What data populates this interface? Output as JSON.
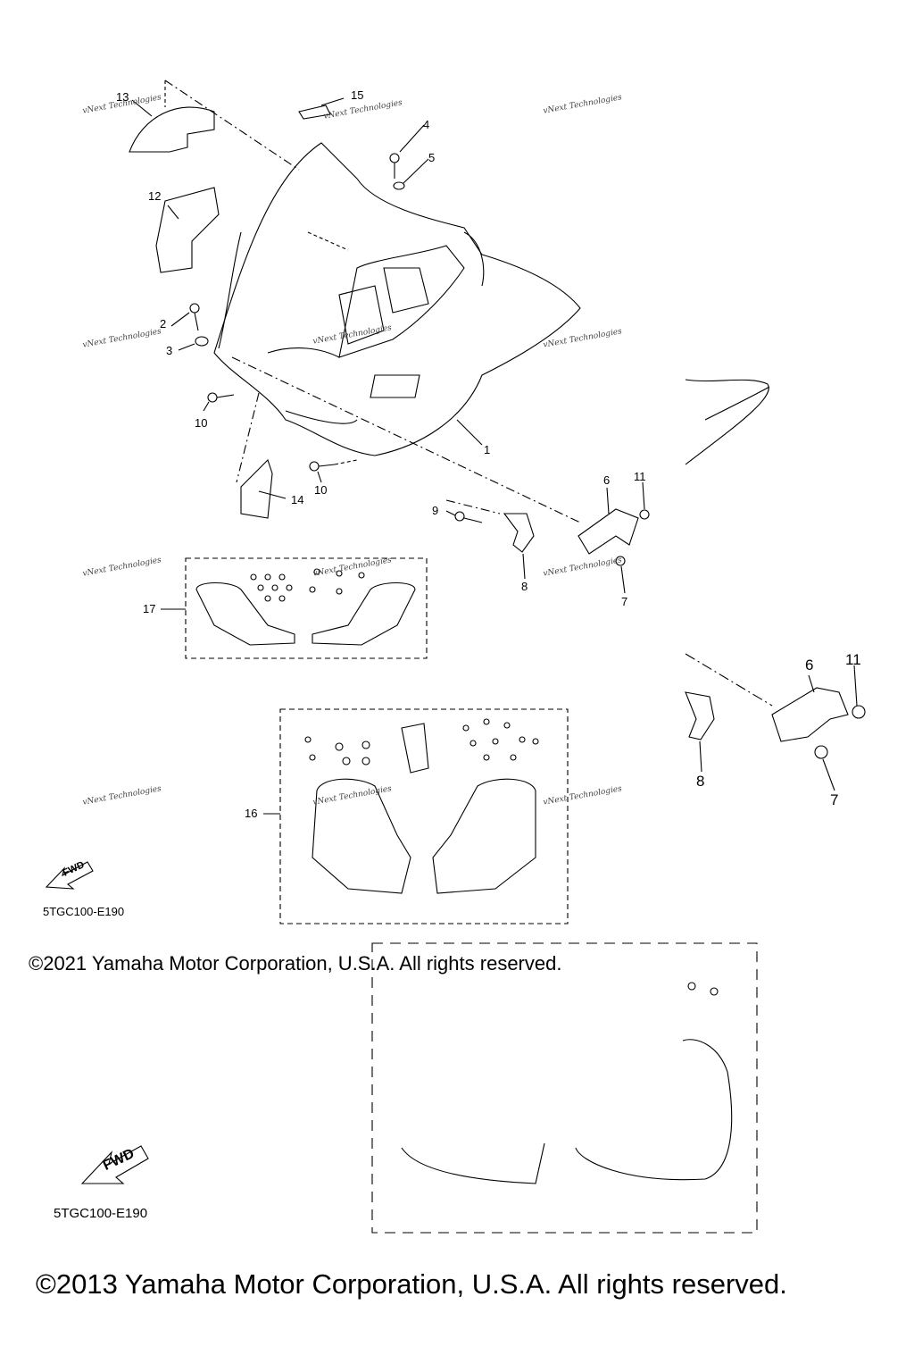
{
  "callouts": {
    "c1": "1",
    "c2": "2",
    "c3": "3",
    "c4": "4",
    "c5": "5",
    "c6": "6",
    "c7": "7",
    "c8": "8",
    "c9": "9",
    "c10a": "10",
    "c10b": "10",
    "c11": "11",
    "c12": "12",
    "c13": "13",
    "c14": "14",
    "c15": "15",
    "c16": "16",
    "c17": "17"
  },
  "detail_callouts": {
    "c6": "6",
    "c7": "7",
    "c8": "8",
    "c11": "11"
  },
  "watermark": "vNext Technologies",
  "fwd_label": "FWD",
  "diagram_code": "5TGC100-E190",
  "copyright_2021": "©2021 Yamaha Motor Corporation, U.S.A. All rights reserved.",
  "copyright_2013": "©2013 Yamaha Motor Corporation, U.S.A. All rights reserved."
}
